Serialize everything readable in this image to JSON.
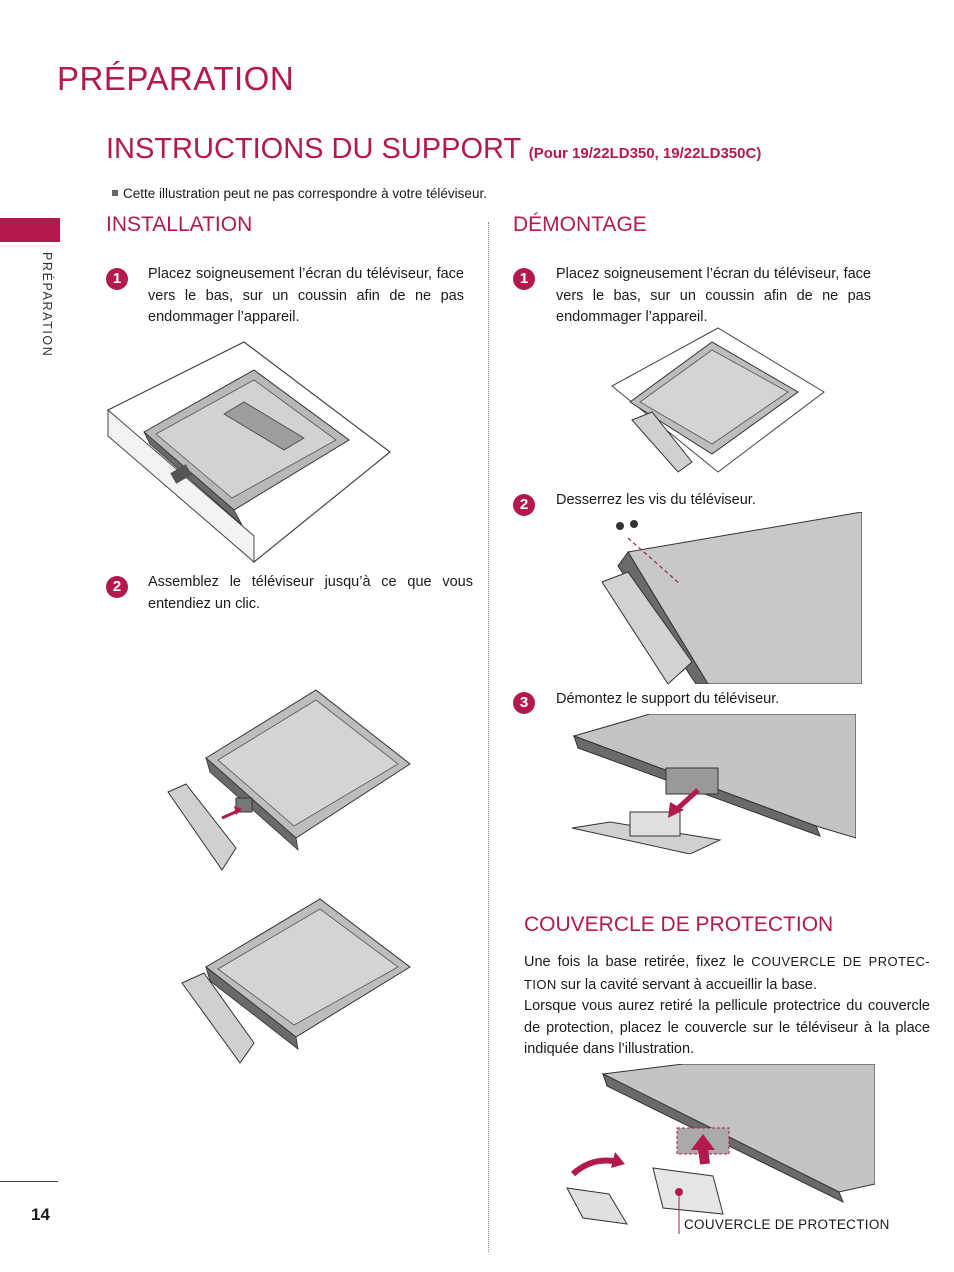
{
  "page_title": "PRÉPARATION",
  "section": {
    "title": "INSTRUCTIONS DU SUPPORT",
    "subtitle": "(Pour 19/22LD350, 19/22LD350C)"
  },
  "note": "Cette illustration peut ne pas correspondre à votre téléviseur.",
  "side_tab_label": "PRÉPARATION",
  "installation": {
    "heading": "INSTALLATION",
    "steps": [
      {
        "num": "1",
        "text": "Placez soigneusement l’écran du téléviseur, face vers le bas, sur un coussin afin de ne pas endommager l’appareil."
      },
      {
        "num": "2",
        "text": "Assemblez le téléviseur jusqu’à ce que vous entendiez un clic."
      }
    ]
  },
  "demontage": {
    "heading": "DÉMONTAGE",
    "steps": [
      {
        "num": "1",
        "text": "Placez soigneusement l’écran du téléviseur, face vers le bas, sur un coussin afin de ne pas endommager l’appareil."
      },
      {
        "num": "2",
        "text": "Desserrez les vis du téléviseur."
      },
      {
        "num": "3",
        "text": "Démontez le support du téléviseur."
      }
    ]
  },
  "cover": {
    "heading": "COUVERCLE DE PROTECTION",
    "text_part1": "Une fois la base retirée, fixez le ",
    "text_highlight": "COUVERCLE DE PROTEC-TION",
    "text_part2": " sur la cavité servant à accueillir la base.",
    "text_para2": "Lorsque vous aurez retiré la pellicule protectrice du couvercle de protection, placez le couvercle sur le téléviseur à la place indiquée dans l’illustration.",
    "label": "COUVERCLE DE PROTECTION"
  },
  "page_number": "14",
  "colors": {
    "accent": "#b3194f",
    "illustration_gray": "#9a9a9a"
  }
}
